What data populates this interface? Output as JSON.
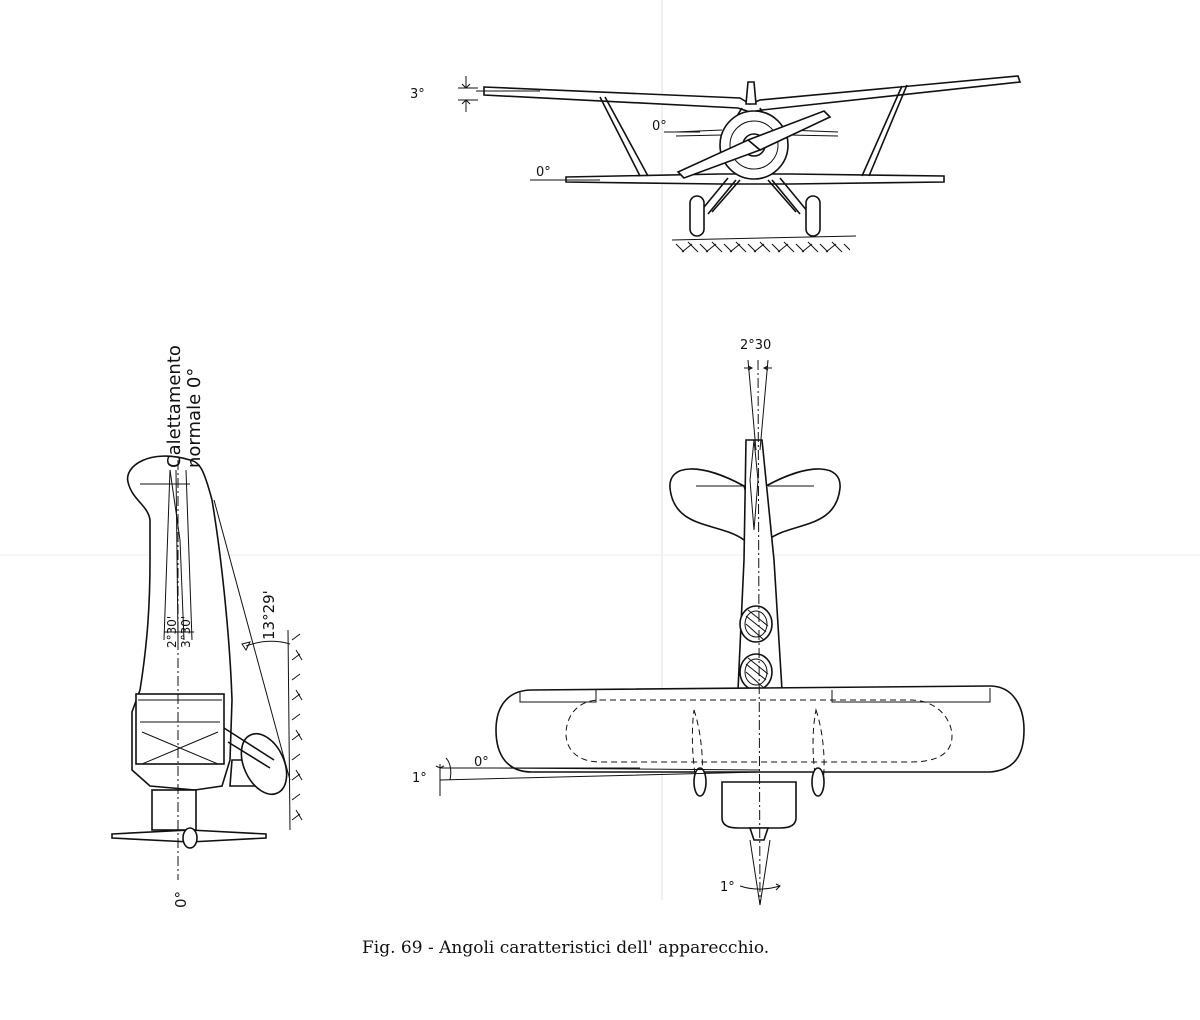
{
  "front_view": {
    "angle_upper_wing": "3°",
    "angle_lower_wing": "0°",
    "angle_tailplane": "0°"
  },
  "side_view": {
    "note_line1": "Calettamento",
    "note_line2": "normale 0°",
    "angle_wing_a": "2°30'",
    "angle_wing_b": "3°30'",
    "angle_ground": "13°29'",
    "angle_axis": "0°"
  },
  "plan_view": {
    "angle_fin": "2°30",
    "angle_wing_zero": "0°",
    "angle_wing_one": "1°",
    "angle_tail": "1°"
  },
  "caption": "Fig. 69 - Angoli caratteristici dell' apparecchio."
}
